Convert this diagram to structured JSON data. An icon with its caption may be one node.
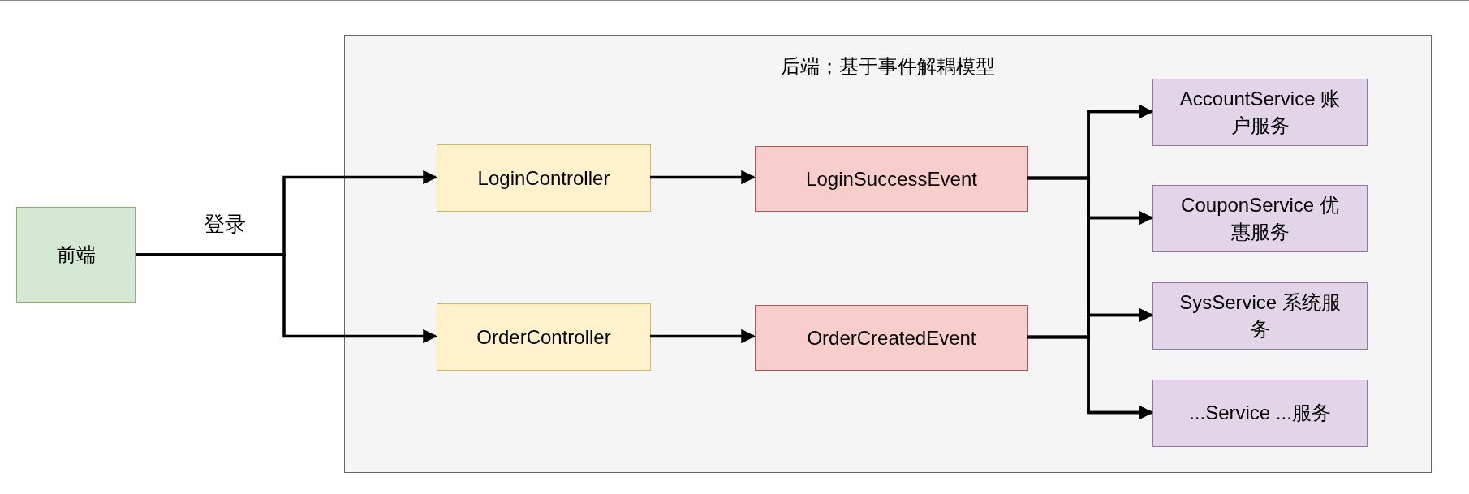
{
  "diagram": {
    "nodes": [
      {
        "text": [
          "后端；基于事件解耦模型"
        ]
      },
      {
        "text": [
          "前端"
        ]
      },
      {
        "text": [
          "LoginController"
        ],
        "in": 0
      },
      {
        "text": [
          "OrderController"
        ],
        "in": 0
      },
      {
        "text": [
          "LoginSuccessEvent"
        ],
        "in": 0
      },
      {
        "text": [
          "OrderCreatedEvent"
        ],
        "in": 0
      },
      {
        "text": [
          "AccountService 账户服务"
        ],
        "in": 0
      },
      {
        "text": [
          "CouponService 优惠服务"
        ],
        "in": 0
      },
      {
        "text": [
          "SysService 系统服务"
        ],
        "in": 0
      },
      {
        "text": [
          "...Service ...服务"
        ],
        "in": 0
      }
    ],
    "edges": [
      {
        "from": 1,
        "to": 2,
        "arrow": "to",
        "label": "登录"
      },
      {
        "from": 1,
        "to": 3,
        "arrow": "to"
      },
      {
        "from": 2,
        "to": 4,
        "arrow": "to"
      },
      {
        "from": 3,
        "to": 5,
        "arrow": "to"
      },
      {
        "from": 4,
        "to": 6,
        "arrow": "to"
      },
      {
        "from": 4,
        "to": 7,
        "arrow": "to"
      },
      {
        "from": 4,
        "to": 8,
        "arrow": "to"
      },
      {
        "from": 4,
        "to": 9,
        "arrow": "to"
      },
      {
        "from": 5,
        "to": 6,
        "arrow": "to"
      },
      {
        "from": 5,
        "to": 7,
        "arrow": "to"
      },
      {
        "from": 5,
        "to": 8,
        "arrow": "to"
      },
      {
        "from": 5,
        "to": 9,
        "arrow": "to"
      }
    ]
  }
}
